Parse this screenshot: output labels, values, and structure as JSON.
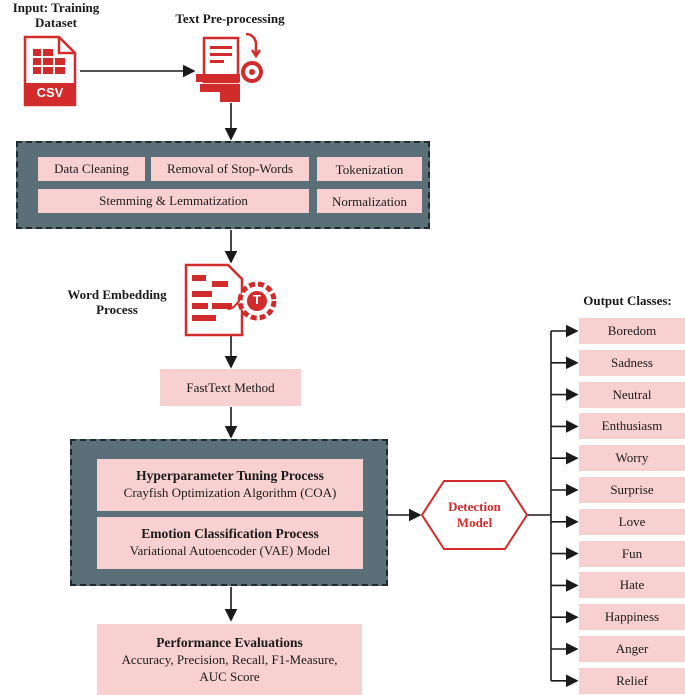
{
  "input": {
    "label_line1": "Input: Training",
    "label_line2": "Dataset",
    "file_tag": "CSV"
  },
  "preprocessing": {
    "label": "Text Pre-processing",
    "steps": [
      "Data Cleaning",
      "Removal of Stop-Words",
      "Tokenization",
      "Stemming & Lemmatization",
      "Normalization"
    ]
  },
  "embedding": {
    "label_line1": "Word Embedding",
    "label_line2": "Process",
    "icon_letter": "T",
    "method": "FastText Method"
  },
  "model_panel": {
    "tuning_title": "Hyperparameter Tuning Process",
    "tuning_sub": "Crayfish Optimization Algorithm (COA)",
    "classification_title": "Emotion Classification Process",
    "classification_sub": "Variational Autoencoder (VAE) Model"
  },
  "detection": {
    "line1": "Detection",
    "line2": "Model"
  },
  "evaluation": {
    "title": "Performance Evaluations",
    "line1": "Accuracy, Precision, Recall, F1-Measure,",
    "line2": "AUC Score"
  },
  "output": {
    "label": "Output Classes:",
    "classes": [
      "Boredom",
      "Sadness",
      "Neutral",
      "Enthusiasm",
      "Worry",
      "Surprise",
      "Love",
      "Fun",
      "Hate",
      "Happiness",
      "Anger",
      "Relief"
    ]
  },
  "colors": {
    "accent_red": "#d12b2b",
    "pink": "#f9d0d0",
    "panel": "#5b6f78"
  }
}
